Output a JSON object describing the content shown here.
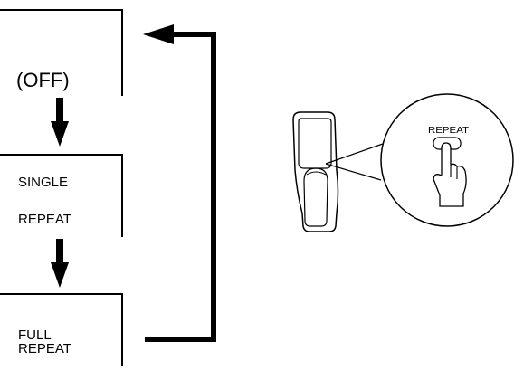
{
  "modes": {
    "off": "(OFF)",
    "single_line1": "SINGLE",
    "single_line2": "REPEAT",
    "full_line1": "FULL",
    "full_line2": "REPEAT"
  },
  "remote": {
    "button_label": "REPEAT"
  }
}
